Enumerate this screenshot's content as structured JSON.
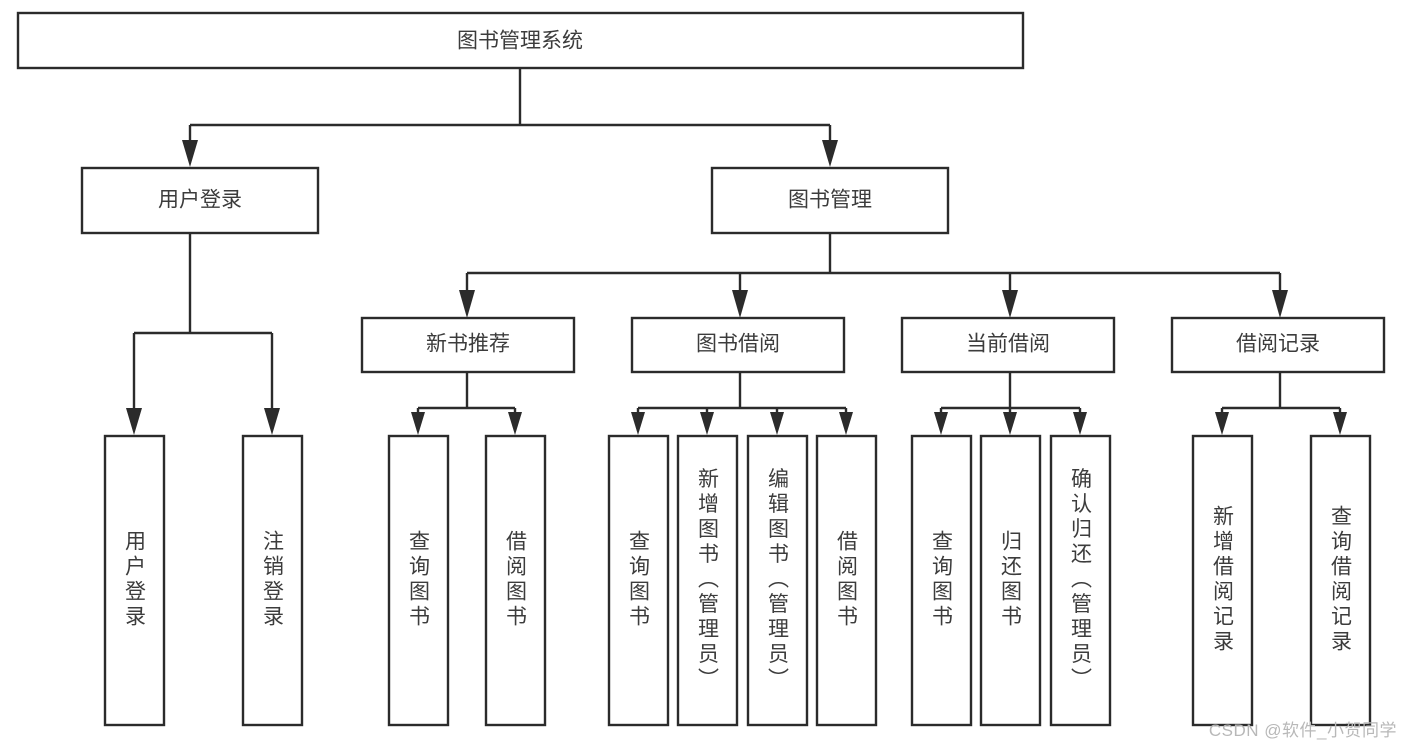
{
  "diagram": {
    "type": "tree-hierarchy",
    "title": "图书管理系统",
    "root": {
      "label": "图书管理系统"
    },
    "level2": [
      {
        "label": "用户登录"
      },
      {
        "label": "图书管理"
      }
    ],
    "level3": [
      {
        "label": "新书推荐"
      },
      {
        "label": "图书借阅"
      },
      {
        "label": "当前借阅"
      },
      {
        "label": "借阅记录"
      }
    ],
    "leaves_user_login": [
      {
        "label": "用户登录"
      },
      {
        "label": "注销登录"
      }
    ],
    "leaves_new_book": [
      {
        "label": "查询图书"
      },
      {
        "label": "借阅图书"
      }
    ],
    "leaves_borrow": [
      {
        "label": "查询图书"
      },
      {
        "label": "新增图书（管理员）"
      },
      {
        "label": "编辑图书（管理员）"
      },
      {
        "label": "借阅图书"
      }
    ],
    "leaves_current": [
      {
        "label": "查询图书"
      },
      {
        "label": "归还图书"
      },
      {
        "label": "确认归还（管理员）"
      }
    ],
    "leaves_records": [
      {
        "label": "新增借阅记录"
      },
      {
        "label": "查询借阅记录"
      }
    ]
  },
  "watermark": {
    "text": "CSDN @软件_小贺同学"
  },
  "colors": {
    "box_stroke": "#2b2b2b",
    "box_fill": "#ffffff",
    "text": "#3c3c3c",
    "watermark": "#b8b8b8",
    "background": "#ffffff"
  }
}
